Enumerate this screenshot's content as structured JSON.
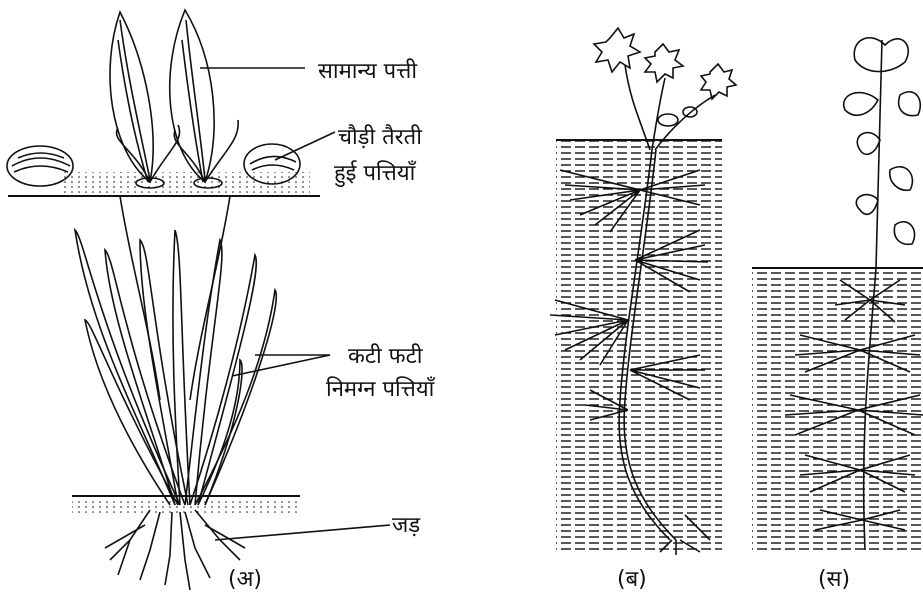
{
  "labels": {
    "normal_leaf": "सामान्य पत्ती",
    "floating_leaves_1": "चौड़ी तैरती",
    "floating_leaves_2": "हुई पत्तियाँ",
    "dissected_1": "कटी फटी",
    "dissected_2": "निमग्न पत्तियाँ",
    "root": "जड़"
  },
  "captions": {
    "a": "(अ)",
    "b": "(ब)",
    "c": "(स)"
  },
  "colors": {
    "ink": "#111111",
    "background": "#ffffff"
  }
}
